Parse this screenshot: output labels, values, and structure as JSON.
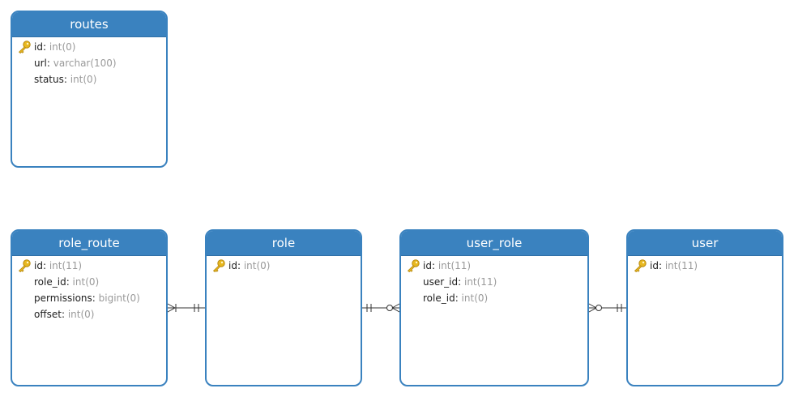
{
  "entities": [
    {
      "name": "routes",
      "fields": [
        {
          "name": "id",
          "type": "int(0)",
          "pk": true
        },
        {
          "name": "url",
          "type": "varchar(100)",
          "pk": false
        },
        {
          "name": "status",
          "type": "int(0)",
          "pk": false
        }
      ]
    },
    {
      "name": "role_route",
      "fields": [
        {
          "name": "id",
          "type": "int(11)",
          "pk": true
        },
        {
          "name": "role_id",
          "type": "int(0)",
          "pk": false
        },
        {
          "name": "permissions",
          "type": "bigint(0)",
          "pk": false
        },
        {
          "name": "offset",
          "type": "int(0)",
          "pk": false
        }
      ]
    },
    {
      "name": "role",
      "fields": [
        {
          "name": "id",
          "type": "int(0)",
          "pk": true
        }
      ]
    },
    {
      "name": "user_role",
      "fields": [
        {
          "name": "id",
          "type": "int(11)",
          "pk": true
        },
        {
          "name": "user_id",
          "type": "int(11)",
          "pk": false
        },
        {
          "name": "role_id",
          "type": "int(0)",
          "pk": false
        }
      ]
    },
    {
      "name": "user",
      "fields": [
        {
          "name": "id",
          "type": "int(11)",
          "pk": true
        }
      ]
    }
  ],
  "relationships": [
    {
      "from": "role_route",
      "from_cardinality": "one-or-many",
      "to": "role",
      "to_cardinality": "exactly-one"
    },
    {
      "from": "role",
      "from_cardinality": "exactly-one",
      "to": "user_role",
      "to_cardinality": "zero-or-many"
    },
    {
      "from": "user_role",
      "from_cardinality": "zero-or-many",
      "to": "user",
      "to_cardinality": "exactly-one"
    }
  ],
  "colors": {
    "header": "#3a82bf",
    "border": "#3a82bf",
    "header_text": "#ffffff",
    "field_name": "#1e1e1e",
    "field_type": "#9a9a9a",
    "key_icon": "#e8b820",
    "connector": "#333333"
  }
}
